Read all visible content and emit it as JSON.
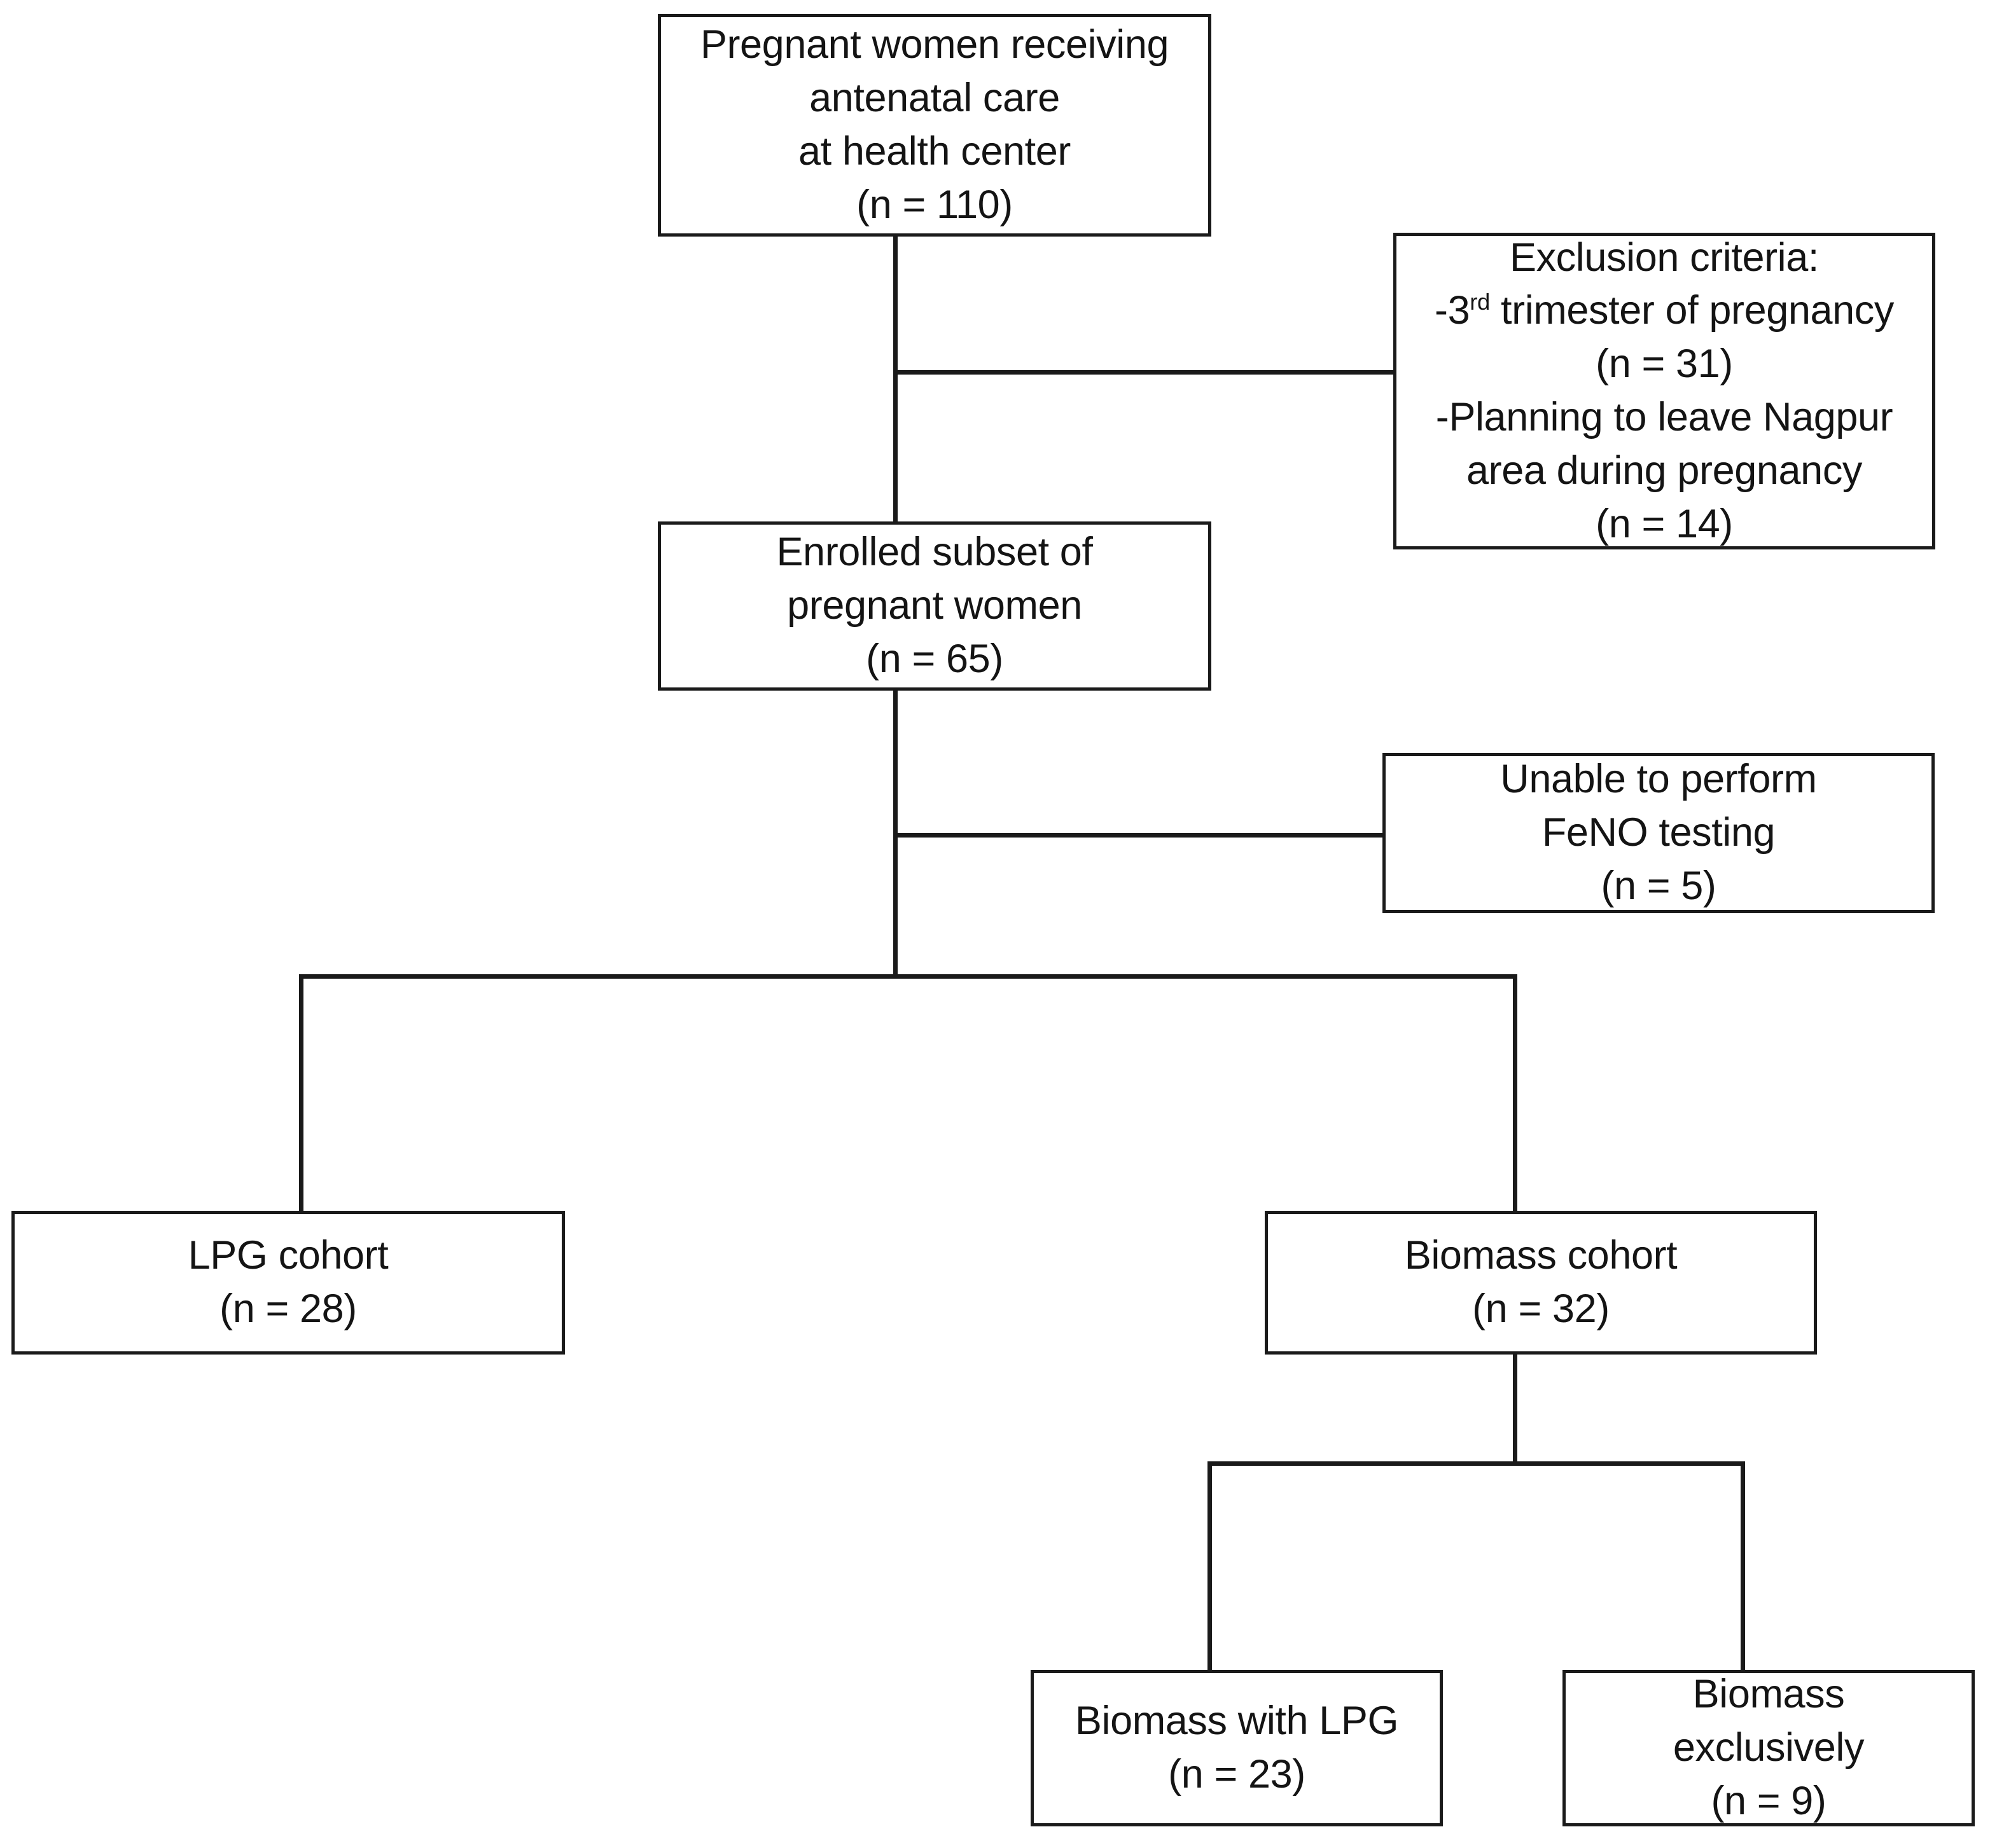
{
  "diagram": {
    "type": "participant-flow-chart",
    "nodes": {
      "screened": {
        "lines": [
          "Pregnant women receiving",
          "antenatal care",
          "at health center",
          "(n = 110)"
        ],
        "n": 110
      },
      "exclusion": {
        "lines": [
          "Exclusion criteria:",
          "-3rd trimester of pregnancy",
          "(n = 31)",
          "-Planning to leave Nagpur",
          "area during pregnancy",
          "(n = 14)"
        ],
        "title": "Exclusion criteria:",
        "criterion1_prefix": "-3",
        "criterion1_sup": "rd",
        "criterion1_rest": " trimester of pregnancy",
        "criterion1_n": "(n = 31)",
        "criterion2_line1": "-Planning to leave Nagpur",
        "criterion2_line2": "area during pregnancy",
        "criterion2_n": "(n = 14)"
      },
      "enrolled": {
        "lines": [
          "Enrolled subset of",
          "pregnant women",
          "(n = 65)"
        ],
        "n": 65
      },
      "unable_feno": {
        "lines": [
          "Unable to perform",
          "FeNO testing",
          "(n = 5)"
        ],
        "n": 5
      },
      "lpg_cohort": {
        "lines": [
          "LPG cohort",
          "(n = 28)"
        ],
        "n": 28
      },
      "biomass_cohort": {
        "lines": [
          "Biomass cohort",
          "(n = 32)"
        ],
        "n": 32
      },
      "biomass_with_lpg": {
        "lines": [
          "Biomass with LPG",
          "(n = 23)"
        ],
        "n": 23
      },
      "biomass_exclusively": {
        "lines": [
          "Biomass",
          "exclusively",
          "(n = 9)"
        ],
        "n": 9
      }
    },
    "colors": {
      "border": "#1a1a1a",
      "text": "#141414",
      "background": "#ffffff"
    }
  }
}
